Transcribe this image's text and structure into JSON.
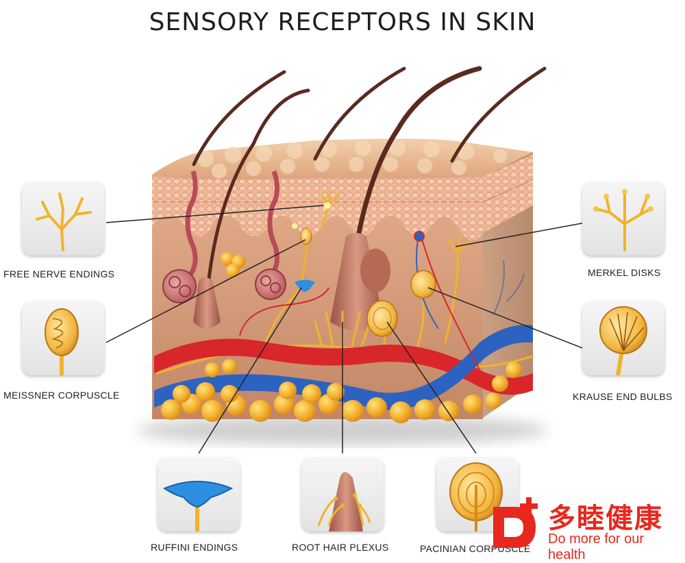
{
  "title": "SENSORY RECEPTORS IN SKIN",
  "labels": {
    "free_nerve": "FREE NERVE ENDINGS",
    "meissner": "MEISSNER CORPUSCLE",
    "ruffini": "RUFFINI ENDINGS",
    "root_hair": "ROOT HAIR PLEXUS",
    "pacinian": "PACINIAN CORPUSCLE",
    "krause": "KRAUSE END BULBS",
    "merkel": "MERKEL DISKS"
  },
  "logo": {
    "cn": "多睦健康",
    "en": "Do more for our health",
    "mark": "D"
  },
  "colors": {
    "nerve": "#f0b429",
    "artery": "#d8262b",
    "vein": "#2c63c0",
    "skin": "#e9b590",
    "fat": "#f4b53a",
    "logo": "#e8271e"
  }
}
